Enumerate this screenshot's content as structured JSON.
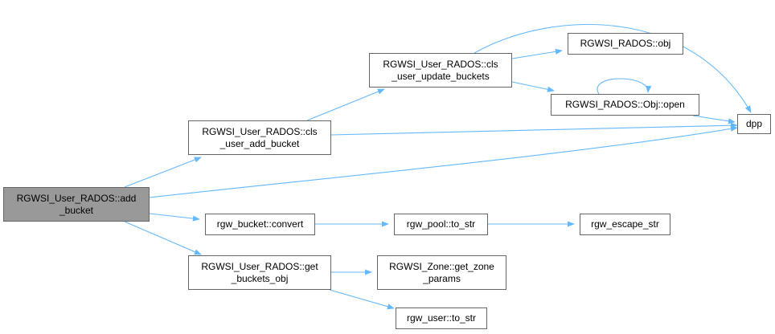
{
  "graph": {
    "edge_color": "#63b8ff",
    "root_fill": "#999999",
    "nodes": [
      {
        "id": "add_bucket",
        "lines": [
          "RGWSI_User_RADOS::add",
          "_bucket"
        ],
        "root": true
      },
      {
        "id": "cls_user_add_bucket",
        "lines": [
          "RGWSI_User_RADOS::cls",
          "_user_add_bucket"
        ]
      },
      {
        "id": "cls_user_update_buckets",
        "lines": [
          "RGWSI_User_RADOS::cls",
          "_user_update_buckets"
        ]
      },
      {
        "id": "rados_obj",
        "lines": [
          "RGWSI_RADOS::obj"
        ]
      },
      {
        "id": "obj_open",
        "lines": [
          "RGWSI_RADOS::Obj::open"
        ]
      },
      {
        "id": "dpp",
        "lines": [
          "dpp"
        ]
      },
      {
        "id": "bucket_convert",
        "lines": [
          "rgw_bucket::convert"
        ]
      },
      {
        "id": "pool_to_str",
        "lines": [
          "rgw_pool::to_str"
        ]
      },
      {
        "id": "escape_str",
        "lines": [
          "rgw_escape_str"
        ]
      },
      {
        "id": "get_buckets_obj",
        "lines": [
          "RGWSI_User_RADOS::get",
          "_buckets_obj"
        ]
      },
      {
        "id": "get_zone_params",
        "lines": [
          "RGWSI_Zone::get_zone",
          "_params"
        ]
      },
      {
        "id": "user_to_str",
        "lines": [
          "rgw_user::to_str"
        ]
      }
    ],
    "edges": [
      [
        "add_bucket",
        "cls_user_add_bucket"
      ],
      [
        "add_bucket",
        "dpp"
      ],
      [
        "add_bucket",
        "bucket_convert"
      ],
      [
        "add_bucket",
        "get_buckets_obj"
      ],
      [
        "cls_user_add_bucket",
        "cls_user_update_buckets"
      ],
      [
        "cls_user_add_bucket",
        "dpp"
      ],
      [
        "cls_user_update_buckets",
        "dpp"
      ],
      [
        "cls_user_update_buckets",
        "rados_obj"
      ],
      [
        "cls_user_update_buckets",
        "obj_open"
      ],
      [
        "obj_open",
        "obj_open"
      ],
      [
        "obj_open",
        "dpp"
      ],
      [
        "bucket_convert",
        "pool_to_str"
      ],
      [
        "pool_to_str",
        "escape_str"
      ],
      [
        "get_buckets_obj",
        "get_zone_params"
      ],
      [
        "get_buckets_obj",
        "user_to_str"
      ]
    ]
  }
}
